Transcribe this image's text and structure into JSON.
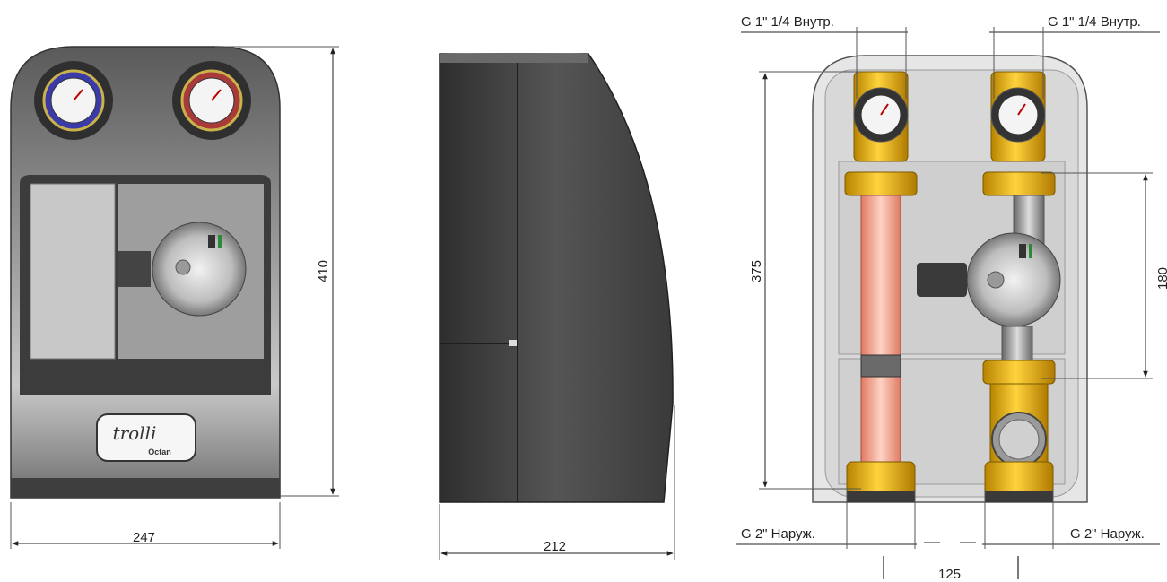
{
  "views": {
    "front": {
      "width_label": "247",
      "height_label": "410",
      "logo_text": "trolli",
      "logo_subtext": "Octan"
    },
    "side": {
      "depth_label": "212"
    },
    "interior": {
      "top_left_thread": "G 1\" 1/4 Внутр.",
      "top_right_thread": "G 1\" 1/4 Внутр.",
      "bottom_left_thread": "G 2\" Наруж.",
      "bottom_right_thread": "G 2\" Наруж.",
      "height_label": "375",
      "pump_span_label": "180",
      "axis_distance_label": "125"
    }
  },
  "colors": {
    "housing_dark": "#4a4a4a",
    "housing_mid": "#8a8a8a",
    "housing_light": "#d6d6d6",
    "brass": "#e8b400",
    "pipe_pink": "#f3a58f",
    "line": "#222222"
  }
}
